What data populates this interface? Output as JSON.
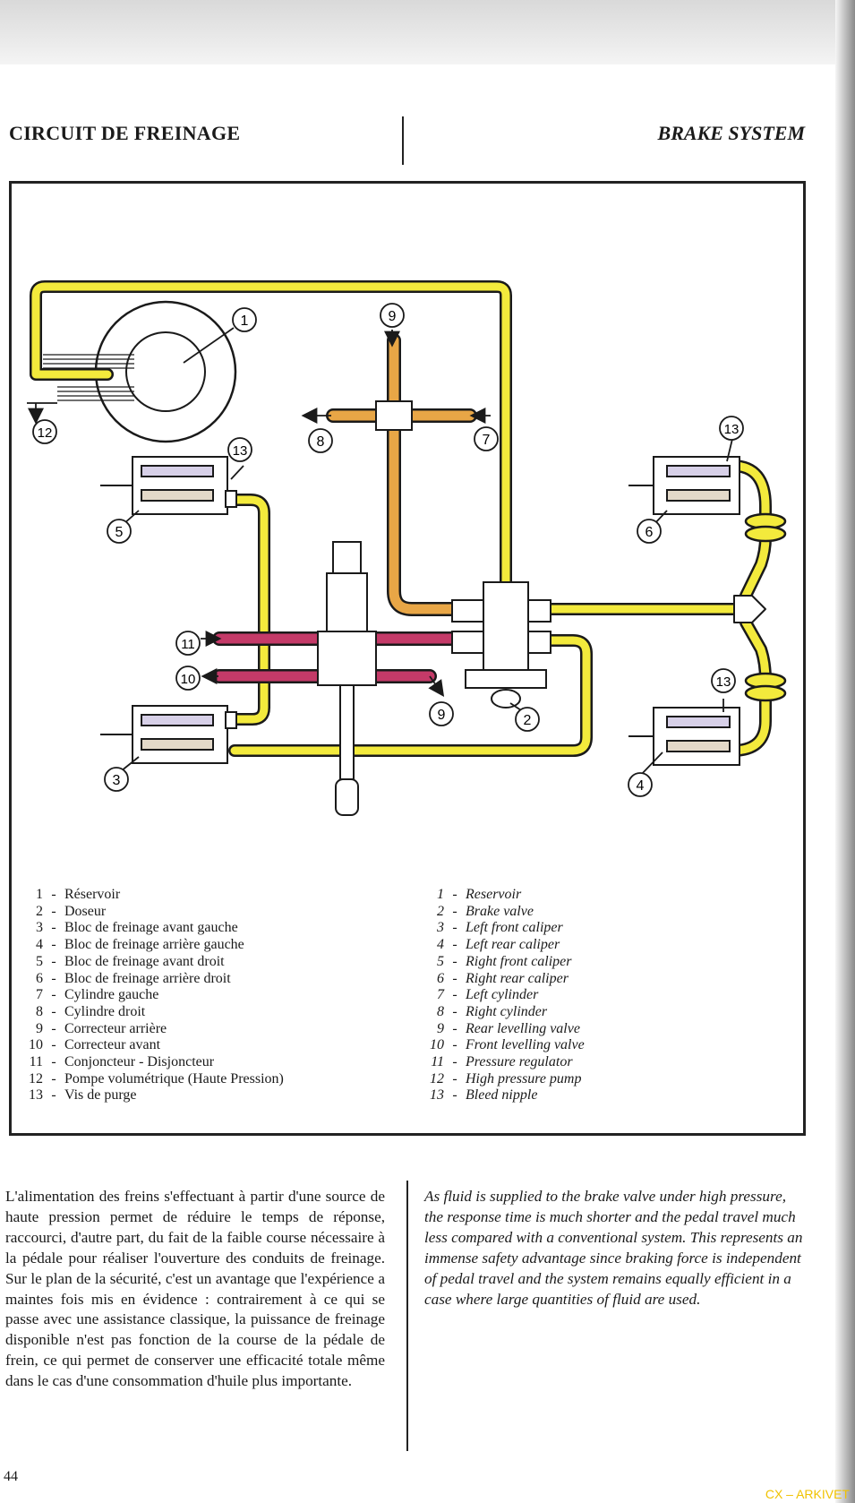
{
  "header": {
    "title_fr": "CIRCUIT DE FREINAGE",
    "title_en": "BRAKE SYSTEM"
  },
  "diagram": {
    "callouts": [
      "1",
      "2",
      "3",
      "4",
      "5",
      "6",
      "7",
      "8",
      "9",
      "10",
      "11",
      "12",
      "13"
    ],
    "colors": {
      "hp_line": "#f3ea3c",
      "front_line": "#e8a646",
      "rear_line": "#c43a68",
      "outline": "#1a1a1a"
    }
  },
  "legend_fr": [
    {
      "n": "1",
      "text": "Réservoir"
    },
    {
      "n": "2",
      "text": "Doseur"
    },
    {
      "n": "3",
      "text": "Bloc de freinage avant gauche"
    },
    {
      "n": "4",
      "text": "Bloc de freinage arrière gauche"
    },
    {
      "n": "5",
      "text": "Bloc de freinage avant droit"
    },
    {
      "n": "6",
      "text": "Bloc de freinage arrière droit"
    },
    {
      "n": "7",
      "text": "Cylindre gauche"
    },
    {
      "n": "8",
      "text": "Cylindre droit"
    },
    {
      "n": "9",
      "text": "Correcteur arrière"
    },
    {
      "n": "10",
      "text": "Correcteur avant"
    },
    {
      "n": "11",
      "text": "Conjoncteur - Disjoncteur"
    },
    {
      "n": "12",
      "text": "Pompe volumétrique (Haute Pression)"
    },
    {
      "n": "13",
      "text": "Vis de purge"
    }
  ],
  "legend_en": [
    {
      "n": "1",
      "text": "Reservoir"
    },
    {
      "n": "2",
      "text": "Brake valve"
    },
    {
      "n": "3",
      "text": "Left front caliper"
    },
    {
      "n": "4",
      "text": "Left rear caliper"
    },
    {
      "n": "5",
      "text": "Right front caliper"
    },
    {
      "n": "6",
      "text": "Right rear caliper"
    },
    {
      "n": "7",
      "text": "Left cylinder"
    },
    {
      "n": "8",
      "text": "Right cylinder"
    },
    {
      "n": "9",
      "text": "Rear levelling valve"
    },
    {
      "n": "10",
      "text": "Front levelling valve"
    },
    {
      "n": "11",
      "text": "Pressure regulator"
    },
    {
      "n": "12",
      "text": "High pressure pump"
    },
    {
      "n": "13",
      "text": "Bleed nipple"
    }
  ],
  "body_fr": "L'alimentation des freins s'effectuant à partir d'une source de haute pression permet de réduire le temps de réponse, raccourci, d'autre part, du fait de la faible course nécessaire à la pédale pour réaliser l'ouverture des conduits de freinage. Sur le plan de la sécurité, c'est un avantage que l'expérience a maintes fois mis en évidence : contrairement à ce qui se passe avec une assistance classique, la puissance de freinage disponible n'est pas fonction de la course de la pédale de frein, ce qui permet de conserver une efficacité totale même dans le cas d'une consommation d'huile plus importante.",
  "body_en": "As fluid is supplied to the brake valve under high pressure, the response time is much shorter and the pedal travel much less compared with a conventional system. This represents an immense safety advantage since braking force is independent of pedal travel and the system remains equally efficient in a case where large quantities of fluid are used.",
  "page_number": "44",
  "watermark": "CX – ARKIVET"
}
